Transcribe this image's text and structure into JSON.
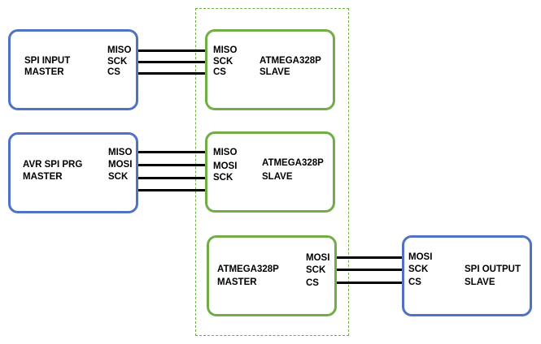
{
  "blocks": {
    "spi_input_master": {
      "title": "SPI INPUT",
      "role": "MASTER",
      "pins": [
        "MISO",
        "SCK",
        "CS"
      ]
    },
    "slave_1": {
      "title": "ATMEGA328P",
      "role": "SLAVE",
      "pins": [
        "MISO",
        "SCK",
        "CS"
      ]
    },
    "avr_spi_prg_master": {
      "title": "AVR SPI PRG",
      "role": "MASTER",
      "pins": [
        "MISO",
        "MOSI",
        "SCK"
      ]
    },
    "slave_2": {
      "title": "ATMEGA328P",
      "role": "SLAVE",
      "pins": [
        "MISO",
        "MOSI",
        "SCK"
      ]
    },
    "atmega_master": {
      "title": "ATMEGA328P",
      "role": "MASTER",
      "pins": [
        "MOSI",
        "SCK",
        "CS"
      ]
    },
    "spi_output_slave": {
      "title": "SPI OUTPUT",
      "role": "SLAVE",
      "pins": [
        "MOSI",
        "SCK",
        "CS"
      ]
    }
  },
  "colors": {
    "master_border": "#4f72c4",
    "mcu_border": "#70ad47",
    "wire": "#000000",
    "group_border": "#70ad47"
  }
}
